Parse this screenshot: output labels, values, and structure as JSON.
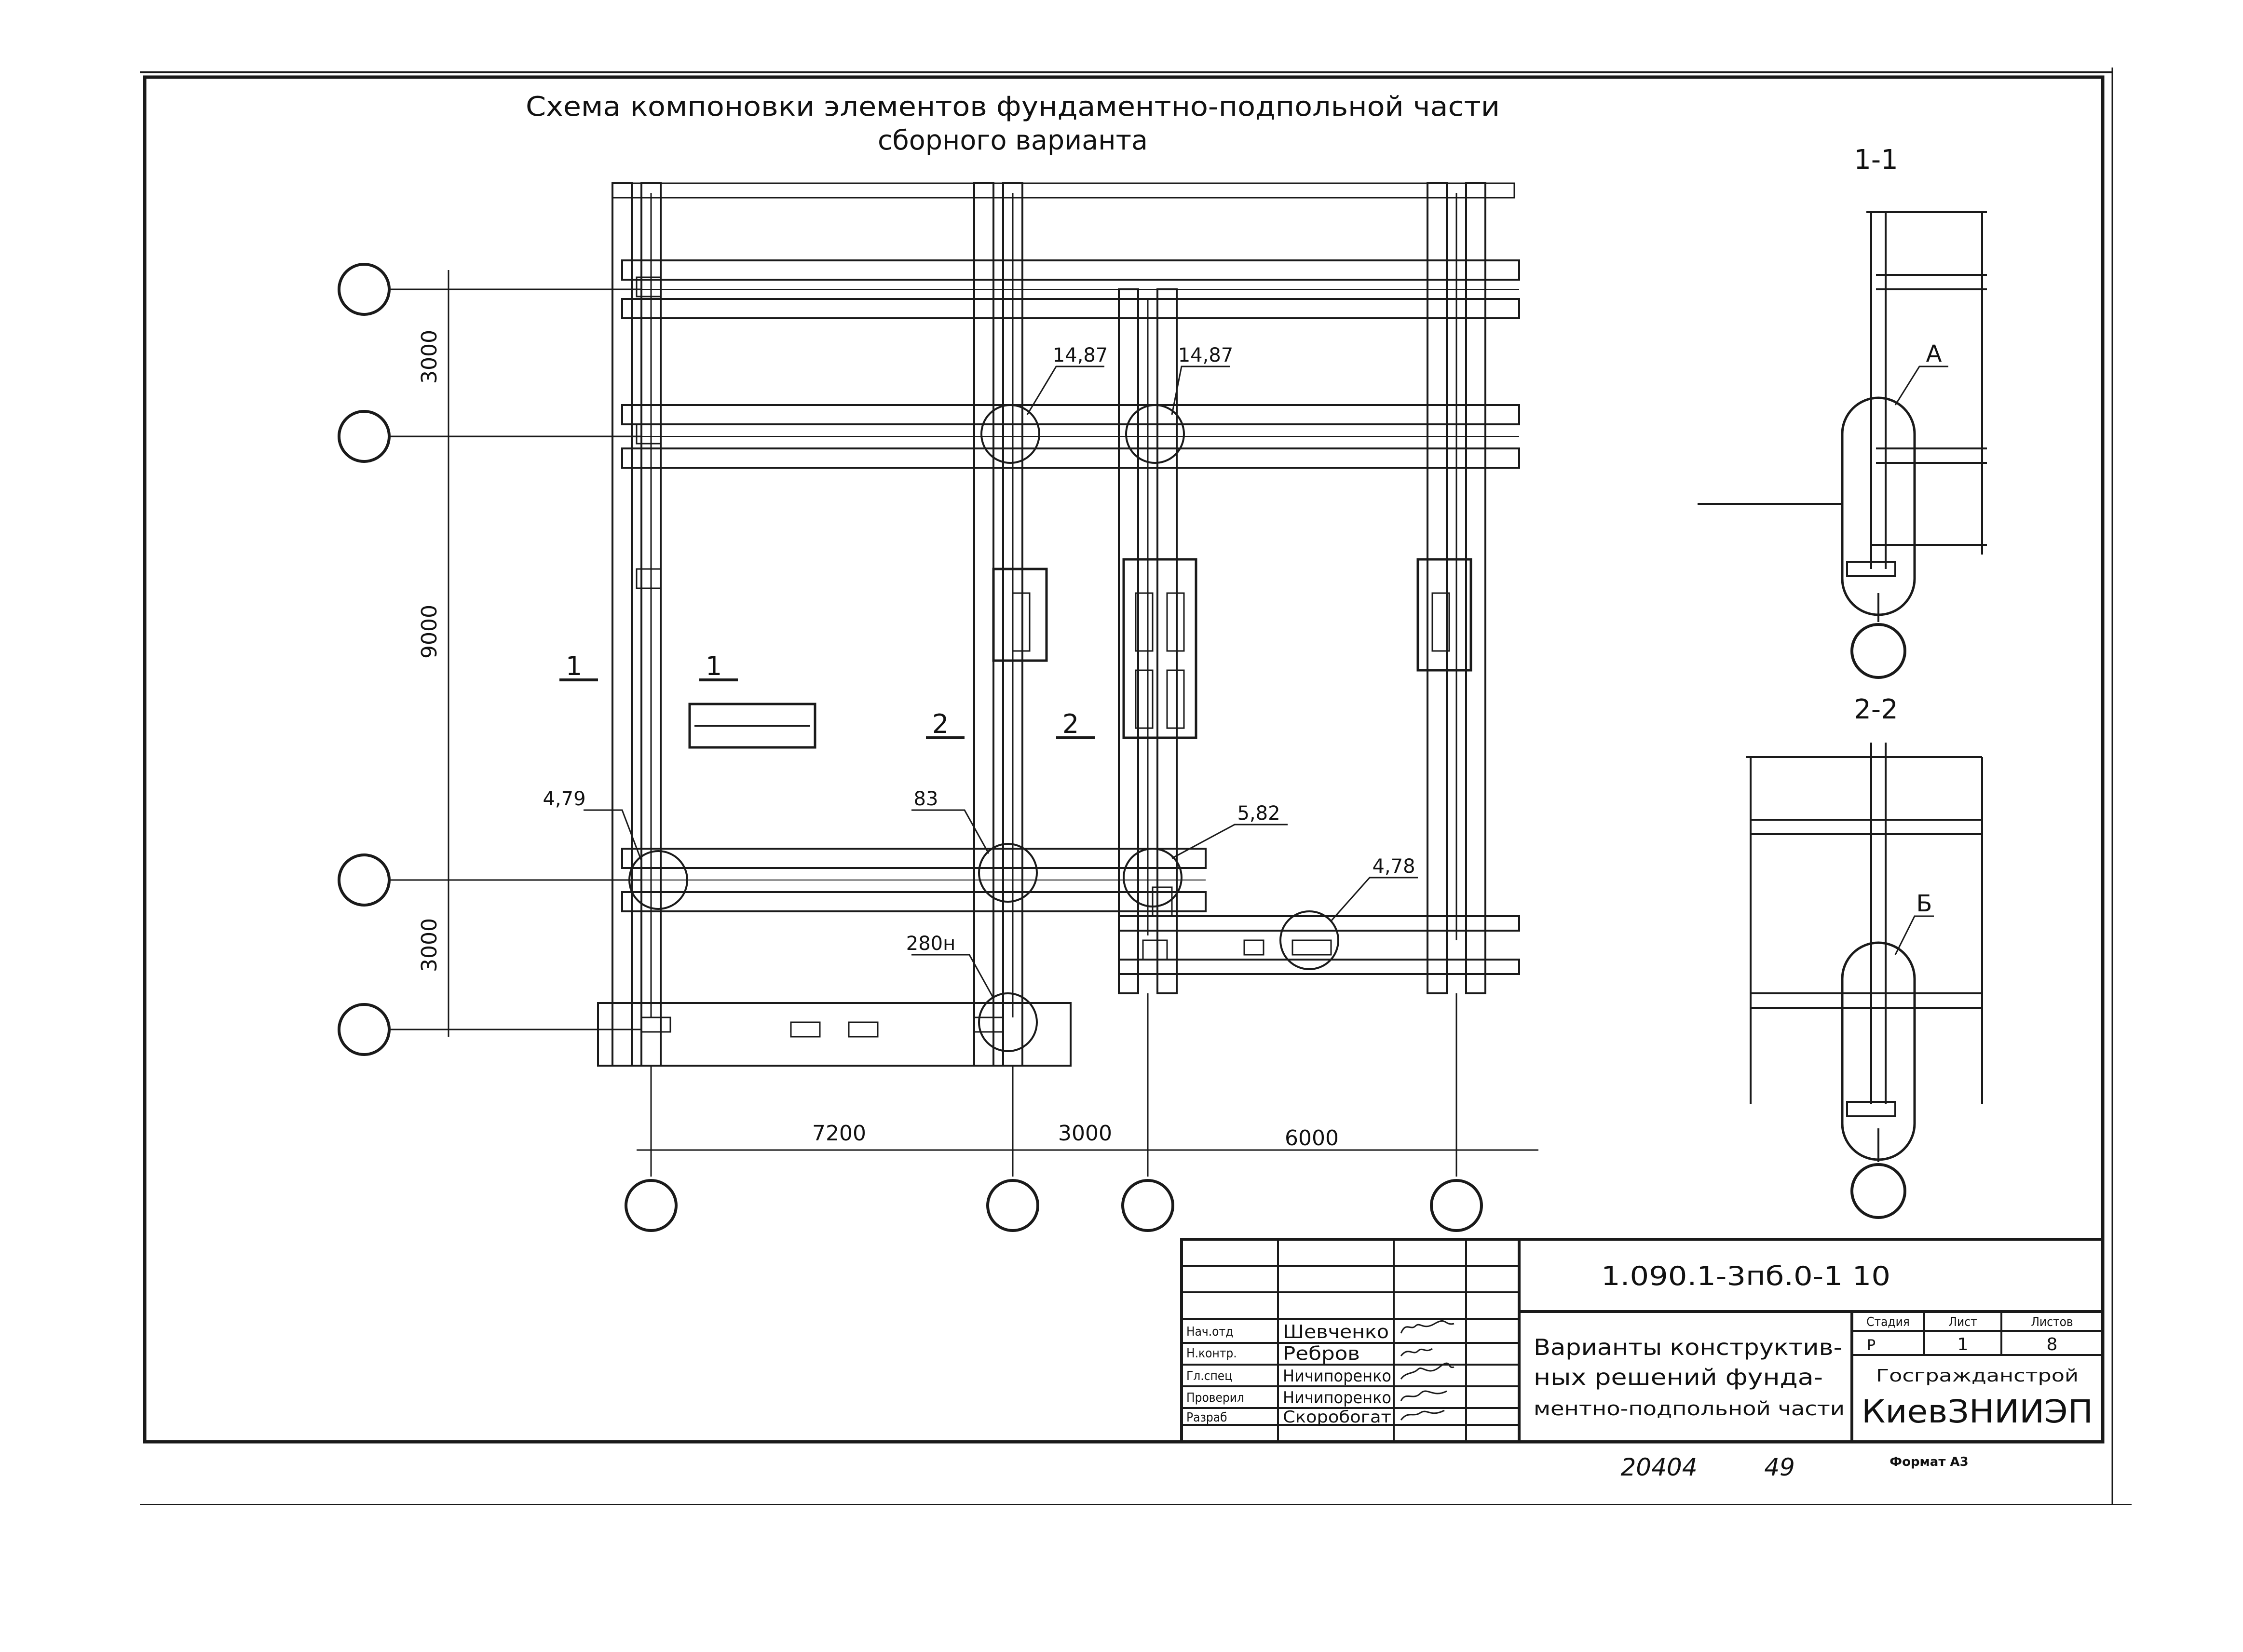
{
  "title": {
    "line1": "Схема компоновки элементов фундаментно-подпольной части",
    "line2": "сборного варианта"
  },
  "dimensions": {
    "v1": "3000",
    "v2": "9000",
    "v3": "3000",
    "h1": "7200",
    "h2": "3000",
    "h3": "6000"
  },
  "callouts": {
    "c1": "14,87",
    "c2": "14,87",
    "c3": "4,79",
    "c4": "83",
    "c5": "5,82",
    "c6": "4,78",
    "c7": "280н"
  },
  "section_marks": {
    "a": "1",
    "b": "1",
    "c": "2",
    "d": "2"
  },
  "sections": {
    "s1_title": "1-1",
    "s1_node": "А",
    "s2_title": "2-2",
    "s2_node": "Б"
  },
  "title_block": {
    "doc_code": "1.090.1-3пб.0-1 10",
    "rows": [
      {
        "role": "Нач.отд",
        "name": "Шевченко"
      },
      {
        "role": "Н.контр.",
        "name": "Ребров"
      },
      {
        "role": "Гл.спец",
        "name": "Ничипоренко"
      },
      {
        "role": "Проверил",
        "name": "Ничипоренко"
      },
      {
        "role": "Разраб",
        "name": "Скоробогат"
      }
    ],
    "desc_line1": "Варианты конструктив-",
    "desc_line2": "ных решений фунда-",
    "desc_line3": "ментно-подпольной части",
    "col_stage": "Стадия",
    "col_sheet": "Лист",
    "col_sheets": "Листов",
    "stage": "Р",
    "sheet": "1",
    "sheets": "8",
    "org1": "Госгражданстрой",
    "org2": "КиевЗНИИЭП"
  },
  "footer": {
    "number1": "20404",
    "number2": "49",
    "format": "Формат А3"
  }
}
